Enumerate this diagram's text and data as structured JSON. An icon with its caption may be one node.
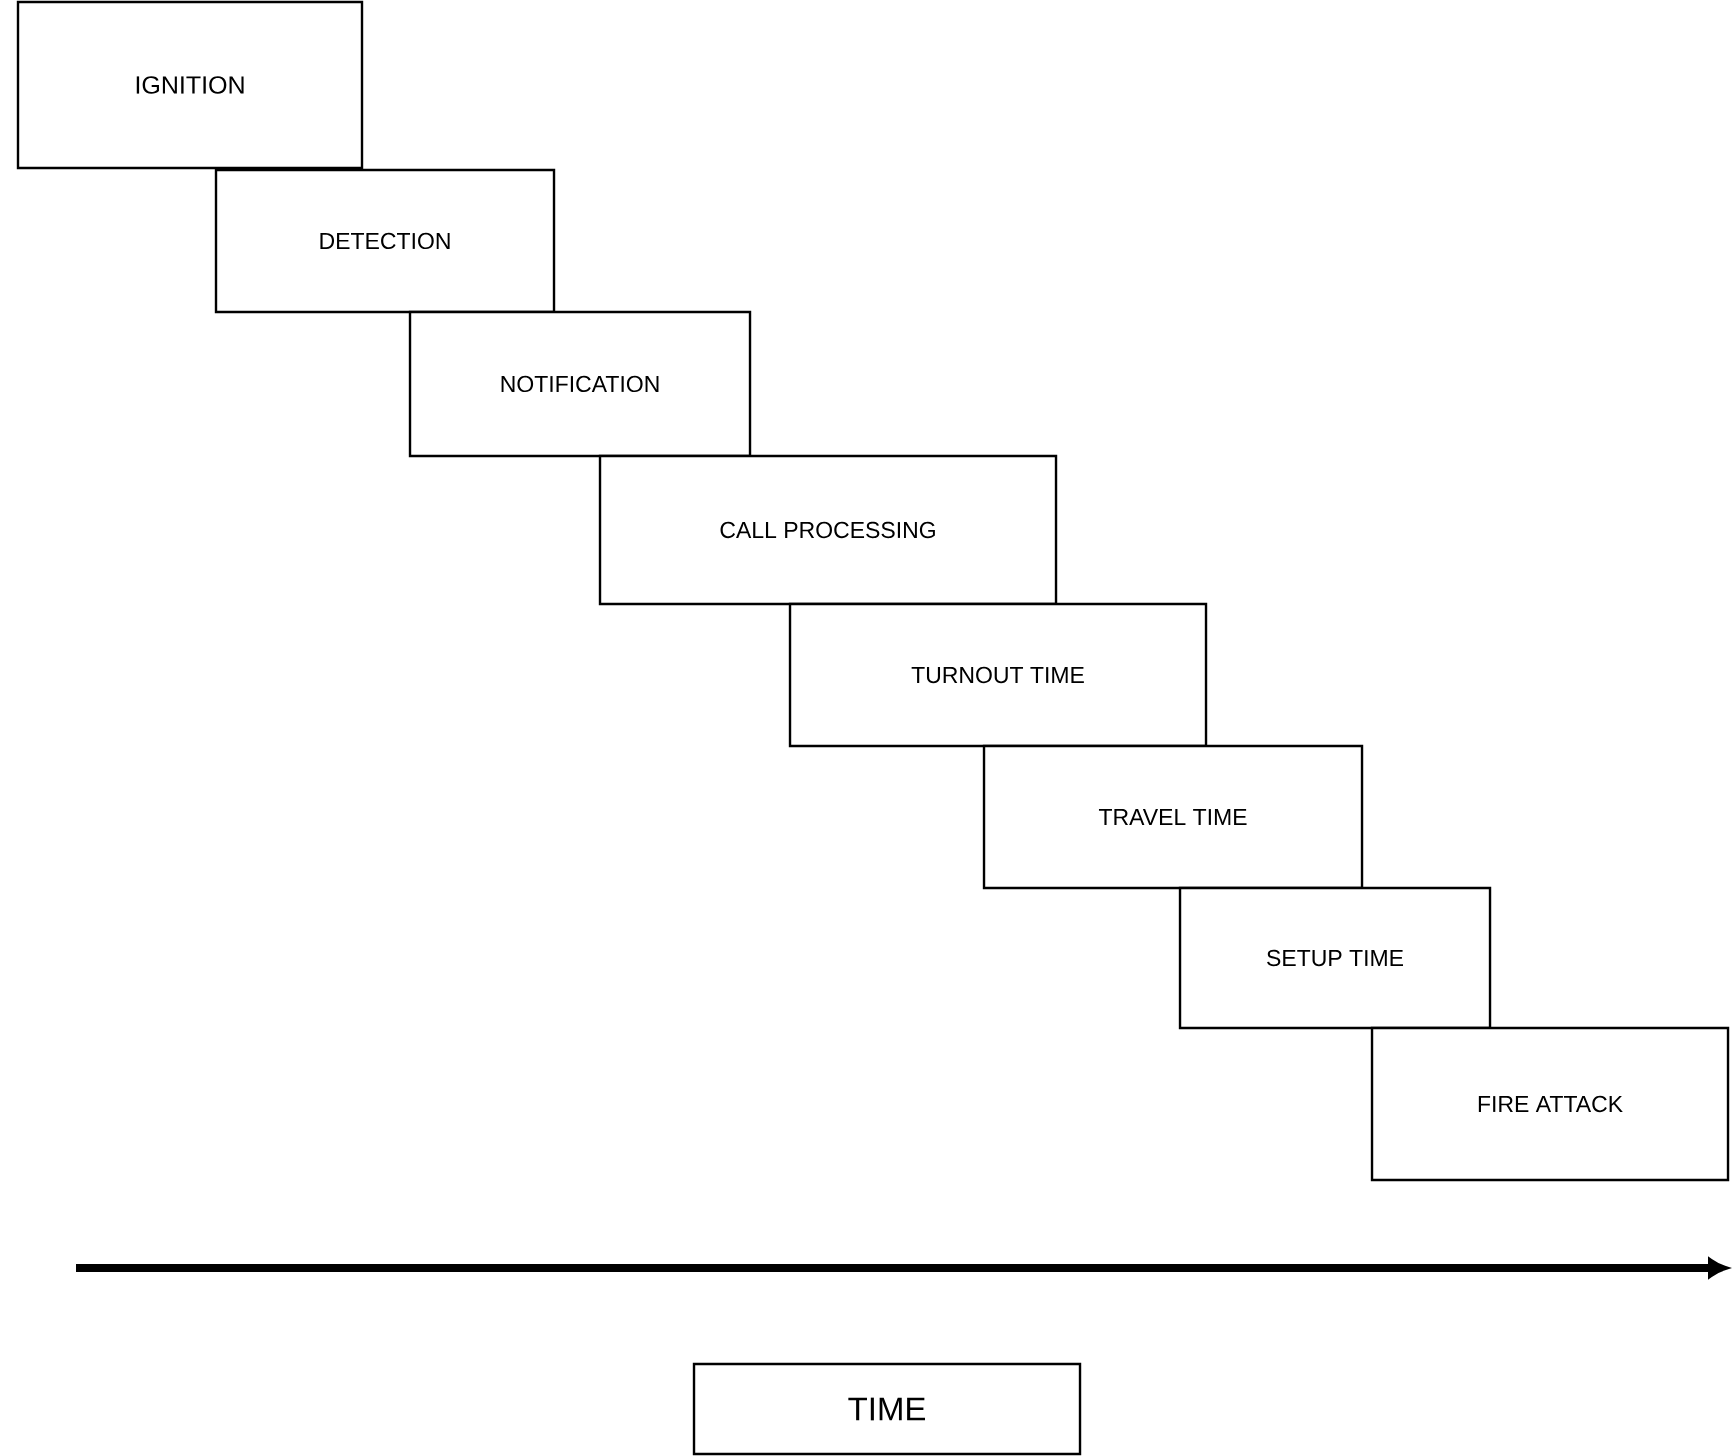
{
  "diagram": {
    "nodes": [
      {
        "text": [
          "IGNITION"
        ]
      },
      {
        "text": [
          "DETECTION"
        ]
      },
      {
        "text": [
          "NOTIFICATION"
        ]
      },
      {
        "text": [
          "CALL PROCESSING"
        ]
      },
      {
        "text": [
          "TURNOUT TIME"
        ]
      },
      {
        "text": [
          "TRAVEL TIME"
        ]
      },
      {
        "text": [
          "SETUP TIME"
        ]
      },
      {
        "text": [
          "FIRE ATTACK"
        ]
      },
      {
        "text": [
          "TIME"
        ]
      }
    ],
    "edges": []
  }
}
